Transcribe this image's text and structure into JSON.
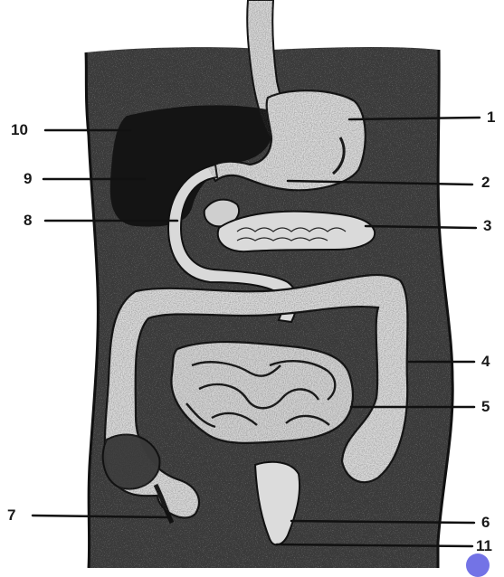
{
  "diagram": {
    "labels": {
      "l1": "1",
      "l2": "2",
      "l3": "3",
      "l4": "4",
      "l5": "5",
      "l6": "6",
      "l7": "7",
      "l8": "8",
      "l9": "9",
      "l10": "10",
      "l11": "11"
    },
    "colors": {
      "background": "#ffffff",
      "body_shade": "#3a3a3a",
      "organ_fill": "#d9d9d9",
      "liver": "#141414",
      "outline": "#111111",
      "accent_dot": "#7373e6"
    }
  }
}
